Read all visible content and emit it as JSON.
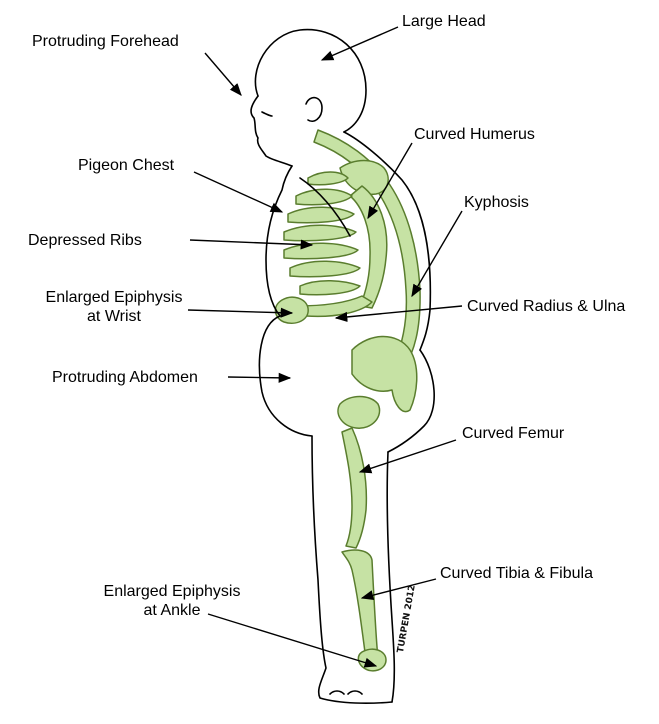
{
  "labels": {
    "protruding_forehead": "Protruding Forehead",
    "large_head": "Large Head",
    "pigeon_chest": "Pigeon Chest",
    "curved_humerus": "Curved Humerus",
    "kyphosis": "Kyphosis",
    "depressed_ribs": "Depressed Ribs",
    "enlarged_epiphysis_wrist_line1": "Enlarged Epiphysis",
    "enlarged_epiphysis_wrist_line2": "at Wrist",
    "curved_radius_ulna": "Curved Radius & Ulna",
    "protruding_abdomen": "Protruding Abdomen",
    "curved_femur": "Curved Femur",
    "enlarged_epiphysis_ankle_line1": "Enlarged Epiphysis",
    "enlarged_epiphysis_ankle_line2": "at Ankle",
    "curved_tibia_fibula": "Curved Tibia & Fibula"
  },
  "signature": "TURPEN 2012",
  "colors": {
    "bone_fill": "#c6e2a4",
    "bone_stroke": "#5a7d2e",
    "bone_shadow": "#9cc26c",
    "body_outline": "#000000"
  }
}
